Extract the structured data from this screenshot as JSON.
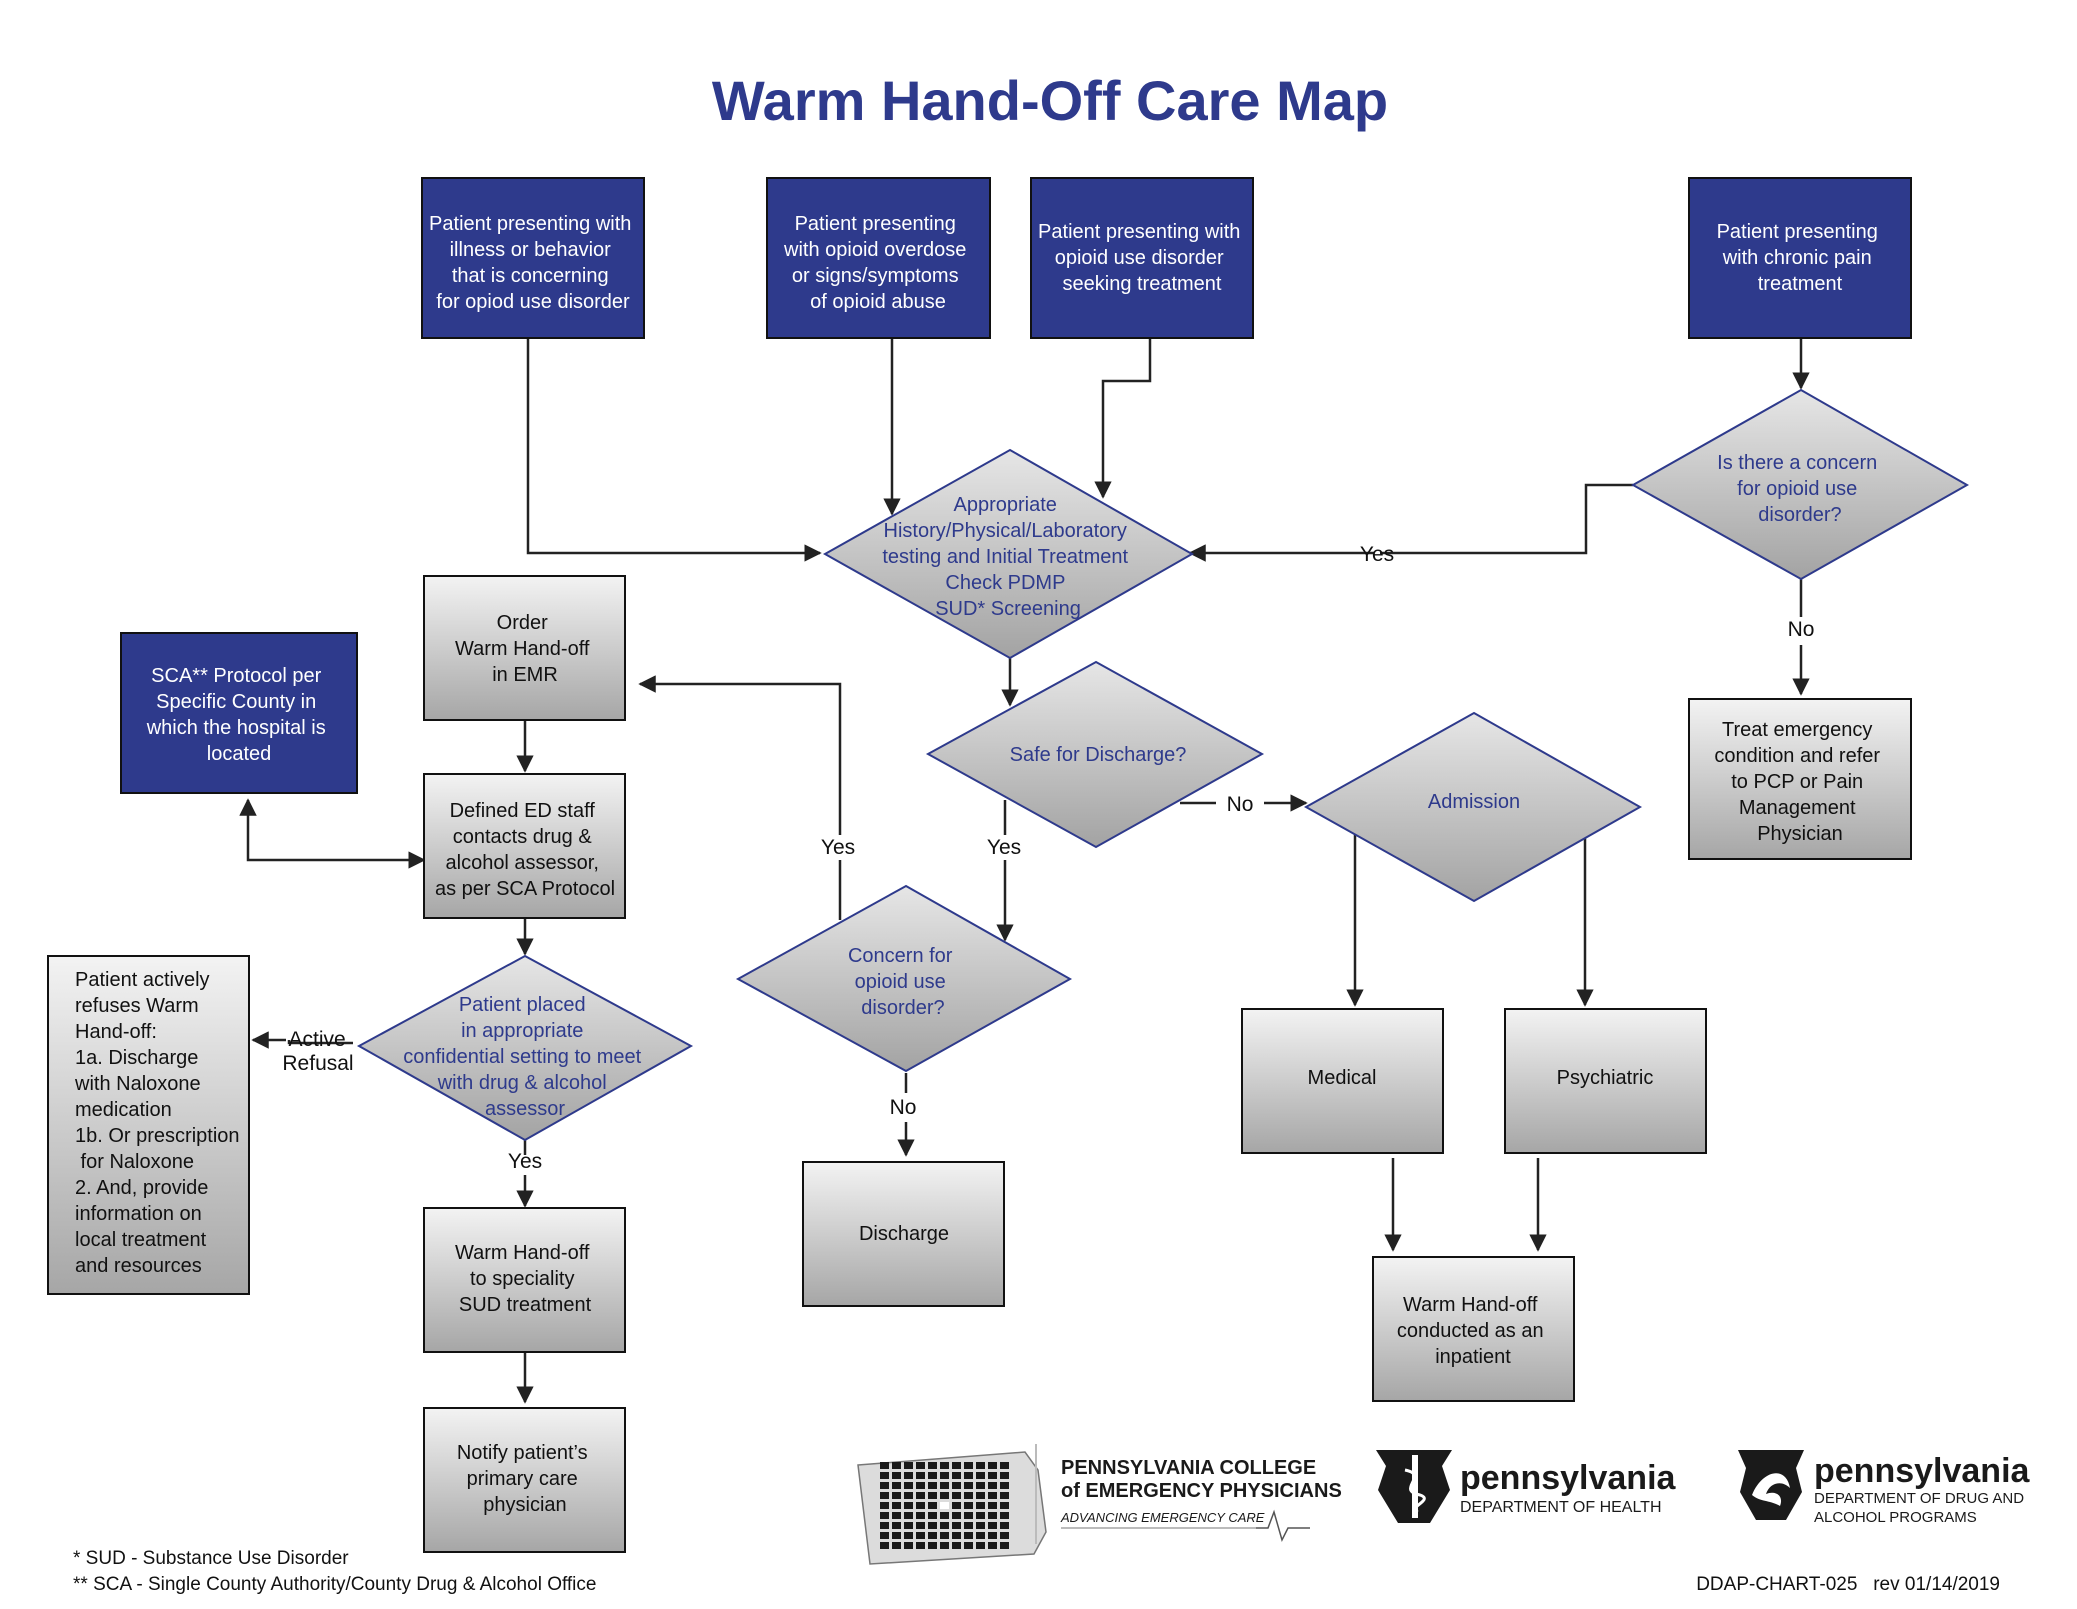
{
  "title": "Warm Hand-Off Care Map",
  "colors": {
    "primary": "#2e3a8c",
    "box_gray_top": "#f2f2f2",
    "box_gray_bottom": "#a8a8a8",
    "line": "#222222"
  },
  "boxes": {
    "illness": [
      "Patient presenting with",
      "illness or behavior",
      "that is concerning",
      "for opiod use disorder"
    ],
    "overdose": [
      "Patient presenting",
      "with opioid overdose",
      "or signs/symptoms",
      "of opioid abuse"
    ],
    "oud_treatment": [
      "Patient presenting with",
      "opioid use disorder",
      "seeking treatment"
    ],
    "chronic_pain": [
      "Patient presenting",
      "with chronic pain",
      "treatment"
    ],
    "sca_protocol": [
      "SCA** Protocol per",
      "Specific County in",
      "which the hospital is",
      "located"
    ],
    "order_warm": [
      "Order",
      "Warm Hand-off",
      "in EMR"
    ],
    "defined_staff": [
      "Defined ED staff",
      "contacts drug &",
      "alcohol assessor,",
      "as per SCA Protocol"
    ],
    "refuses": [
      "Patient actively",
      "refuses Warm",
      "Hand-off:",
      "1a. Discharge",
      "with Naloxone",
      "medication",
      "1b. Or prescription",
      " for Naloxone",
      "2. And, provide",
      "information on",
      "local treatment",
      "and resources"
    ],
    "warm_specialty": [
      "Warm Hand-off",
      "to speciality",
      "SUD treatment"
    ],
    "notify_pcp": [
      "Notify patient’s",
      "primary care",
      "physician"
    ],
    "discharge": [
      "Discharge"
    ],
    "medical": [
      "Medical"
    ],
    "psychiatric": [
      "Psychiatric"
    ],
    "warm_inpatient": [
      "Warm Hand-off",
      "conducted as an",
      "inpatient"
    ],
    "treat_emergency": [
      "Treat emergency",
      "condition and refer",
      "to PCP or Pain",
      "Management",
      "Physician"
    ]
  },
  "diamonds": {
    "history": [
      "Appropriate",
      "History/Physical/Laboratory",
      "testing and Initial Treatment",
      "Check PDMP",
      "SUD* Screening"
    ],
    "concern_chronic": [
      "Is there a concern",
      "for opioid use",
      "disorder?"
    ],
    "safe_discharge": [
      "Safe for Discharge?"
    ],
    "admission": [
      "Admission"
    ],
    "concern_oud": [
      "Concern for",
      "opioid use",
      "disorder?"
    ],
    "placed": [
      "Patient placed",
      "in appropriate",
      "confidential setting to meet",
      "with drug & alcohol",
      "assessor"
    ]
  },
  "labels": {
    "yes_chronic": "Yes",
    "no_chronic": "No",
    "no_safe": "No",
    "yes_safe": "Yes",
    "yes_concern": "Yes",
    "no_concern": "No",
    "active_refusal": [
      "Active",
      "Refusal"
    ],
    "yes_placed": "Yes"
  },
  "logos": {
    "pacep_line1": "PENNSYLVANIA COLLEGE",
    "pacep_line2": "of EMERGENCY PHYSICIANS",
    "pacep_tagline": "ADVANCING EMERGENCY CARE",
    "doh_name": "pennsylvania",
    "doh_dept": "DEPARTMENT OF HEALTH",
    "ddap_name": "pennsylvania",
    "ddap_dept_line1": "DEPARTMENT OF DRUG AND",
    "ddap_dept_line2": "ALCOHOL PROGRAMS"
  },
  "footnotes": {
    "sud": "* SUD - Substance Use Disorder",
    "sca": "** SCA - Single County Authority/County Drug & Alcohol Office"
  },
  "chart_id": "DDAP-CHART-025   rev 01/14/2019"
}
